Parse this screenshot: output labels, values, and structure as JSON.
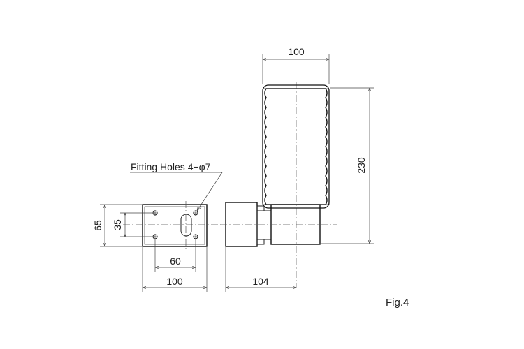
{
  "drawing": {
    "figure_label": "Fig.4",
    "note_fitting_holes": "Fitting Holes 4−φ7"
  },
  "dimensions": {
    "shade_width": "100",
    "shade_height": "230",
    "base_height": "65",
    "hole_spacing_vertical": "35",
    "hole_spacing_horizontal": "60",
    "base_width": "100",
    "projection": "104"
  }
}
